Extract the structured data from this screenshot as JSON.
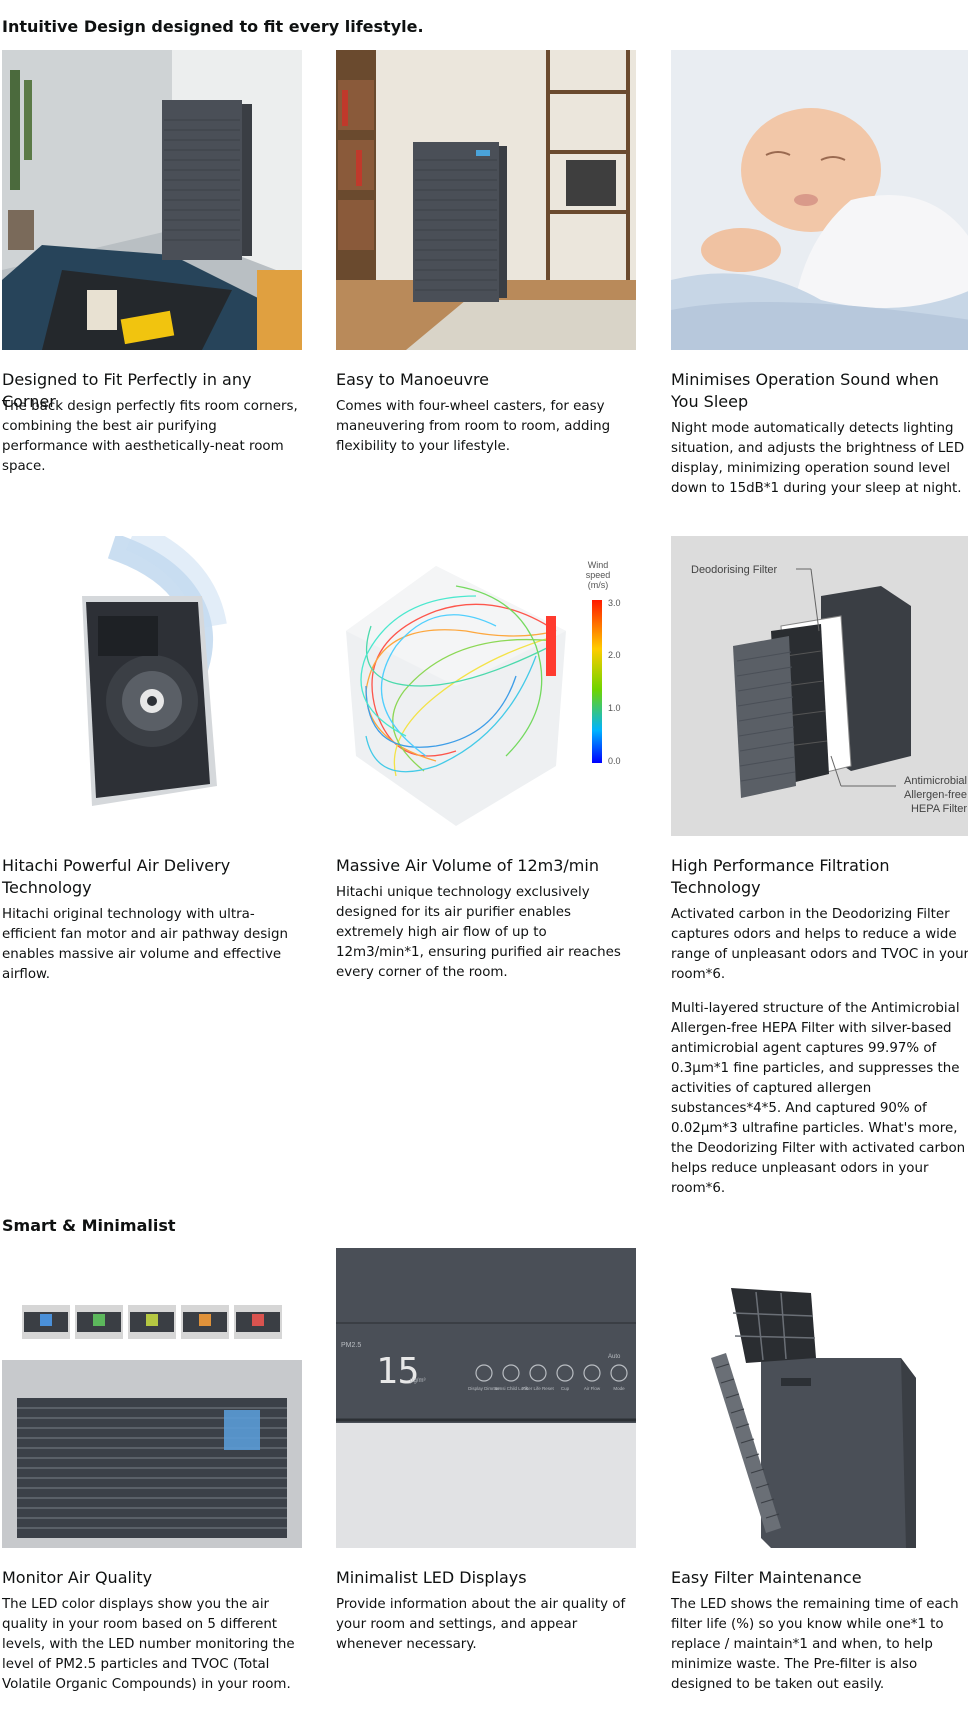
{
  "sections": {
    "design_title": "Intuitive Design designed to fit every lifestyle.",
    "smart_title": "Smart & Minimalist"
  },
  "cards": [
    {
      "title": "Designed to Fit Perfectly in any Corner",
      "paragraphs": [
        "The back design perfectly fits room corners, combining the best air purifying performance with aesthetically-neat room space."
      ]
    },
    {
      "title": "Easy to Manoeuvre",
      "paragraphs": [
        "Comes with four-wheel casters, for easy maneuvering from room to room, adding flexibility to your lifestyle."
      ]
    },
    {
      "title": "Minimises Operation Sound when You Sleep",
      "paragraphs": [
        "Night mode automatically detects lighting situation, and adjusts the brightness of LED display, minimizing operation sound level down to 15dB*1 during your sleep at night."
      ]
    },
    {
      "title": "Hitachi Powerful Air Delivery Technology",
      "paragraphs": [
        "Hitachi original technology with ultra-efficient fan motor and air pathway design enables massive air volume and effective airflow."
      ]
    },
    {
      "title": "Massive Air Volume of 12m3/min",
      "paragraphs": [
        "Hitachi unique technology exclusively designed for its air purifier enables extremely high air flow of up to 12m3/min*1, ensuring purified air reaches every corner of the room."
      ]
    },
    {
      "title": "High Performance Filtration Technology",
      "paragraphs": [
        "Activated carbon in the Deodorizing Filter captures odors and helps to reduce a wide range of unpleasant odors and TVOC in your room*6.",
        "Multi-layered structure of the Antimicrobial Allergen-free HEPA Filter with silver-based antimicrobial agent captures 99.97% of 0.3µm*1 fine particles, and suppresses the activities of captured allergen substances*4*5. And captured 90% of 0.02µm*3 ultrafine particles. What's more, the Deodorizing Filter with activated carbon helps reduce unpleasant odors in your room*6."
      ]
    },
    {
      "title": "Monitor Air Quality",
      "paragraphs": [
        "The LED color displays show you the air quality in your room based on 5 different levels, with the LED number monitoring the level of PM2.5 particles and TVOC (Total Volatile Organic Compounds) in your room."
      ]
    },
    {
      "title": "Minimalist LED Displays",
      "paragraphs": [
        "Provide information about the air quality of your room and settings, and appear whenever necessary."
      ]
    },
    {
      "title": "Easy Filter Maintenance",
      "paragraphs": [
        "The LED shows the remaining time of each filter life (%) so you know while one*1 to replace / maintain*1 and when, to help minimize waste. The Pre-filter is also designed to be taken out easily."
      ]
    }
  ],
  "image_labels": {
    "wind_speed": [
      "Wind",
      "speed",
      "(m/s)"
    ],
    "wind_ticks": [
      "3.0",
      "2.0",
      "1.0",
      "0.0"
    ],
    "deodorising_filter": "Deodorising Filter",
    "hepa_filter": [
      "Antimicrobial",
      "Allergen-free",
      "HEPA Filter"
    ],
    "pm_label": "PM2.5",
    "pm_value": "15",
    "pm_unit": "µg/m³",
    "panel_buttons": [
      "Display Dimmer",
      "Sensi Child Lock",
      "Filter Life Reset",
      "Cup",
      "Air Flow",
      "Mode"
    ],
    "panel_auto": "Auto"
  },
  "colors": {
    "purifier_body": "#4a4f57",
    "text": "#0f1111",
    "aq_levels": [
      "#4a90d9",
      "#5cb85c",
      "#b5c842",
      "#e0923a",
      "#d9534f"
    ]
  }
}
